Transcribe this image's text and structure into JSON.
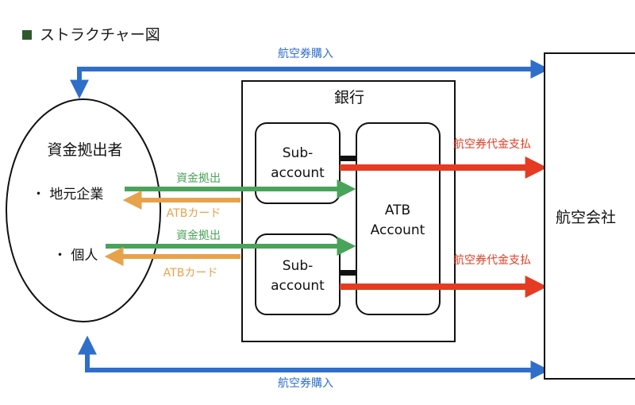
{
  "title": "ストラクチャー図",
  "colors": {
    "blue": "#2f6fc9",
    "green": "#4aa35a",
    "orange": "#e8a24c",
    "red": "#e53b22",
    "black": "#111111"
  },
  "investors": {
    "label": "資金拠出者",
    "items": [
      "・ 地元企業",
      "・ 個人"
    ]
  },
  "bank": {
    "label": "銀行",
    "sub_account_top": [
      "Sub-",
      "account"
    ],
    "sub_account_bottom": [
      "Sub-",
      "account"
    ],
    "atb_account": [
      "ATB",
      "Account"
    ]
  },
  "airline": {
    "label": "航空会社"
  },
  "flows": {
    "ticket_purchase_top": "航空券購入",
    "ticket_purchase_bottom": "航空券購入",
    "fund_contribution_1": "資金拠出",
    "fund_contribution_2": "資金拠出",
    "atb_card_1": "ATBカード",
    "atb_card_2": "ATBカード",
    "airfare_payment_1": "航空券代金支払",
    "airfare_payment_2": "航空券代金支払"
  }
}
